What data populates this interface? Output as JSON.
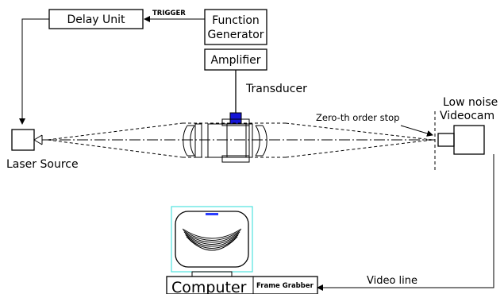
{
  "labels": {
    "delay_unit": "Delay Unit",
    "trigger": "TRIGGER",
    "function_generator_line1": "Function",
    "function_generator_line2": "Generator",
    "amplifier": "Amplifier",
    "transducer": "Transducer",
    "zero_order_stop": "Zero-th order stop",
    "videocam_line1": "Low noise",
    "videocam_line2": "Videocam",
    "laser_source": "Laser Source",
    "video_line": "Video line",
    "computer": "Computer",
    "frame_grabber": "Frame Grabber"
  },
  "colors": {
    "transducer": "#1414d6",
    "monitor_frame": "#4fe3e0",
    "screen_marker": "#2a3cff"
  }
}
